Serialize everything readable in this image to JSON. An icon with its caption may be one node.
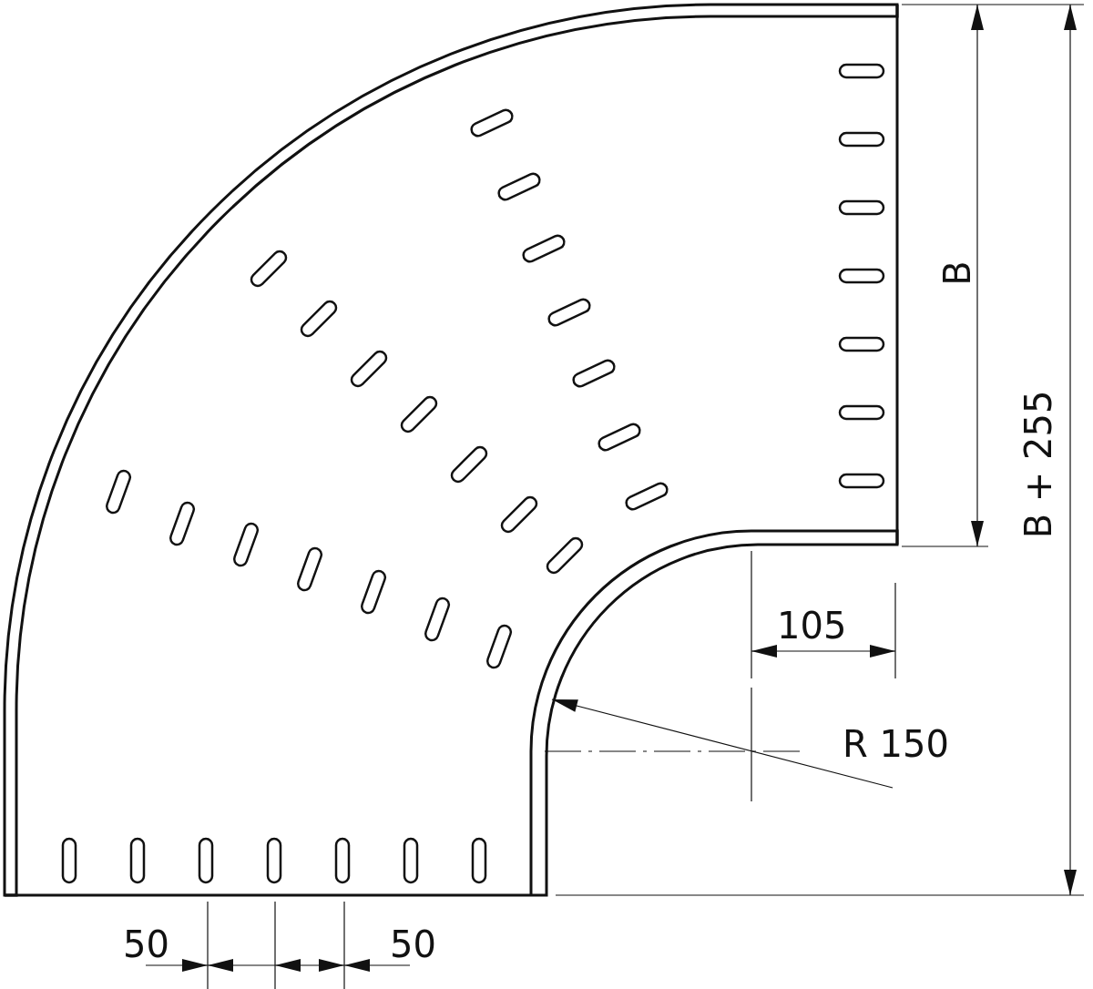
{
  "diagram": {
    "labels": [
      "B",
      "B + 255",
      "105",
      "R 150",
      "50",
      "50"
    ]
  }
}
